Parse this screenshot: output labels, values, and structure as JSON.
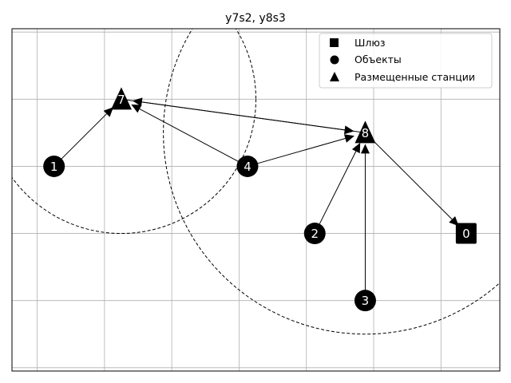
{
  "chart_data": {
    "type": "scatter",
    "title": "y7s2, y8s3",
    "xlim": [
      -0.25,
      7.0
    ],
    "ylim": [
      -0.05,
      5.05
    ],
    "grid": true,
    "legend": {
      "placement": "top-right",
      "entries": [
        {
          "label": "Шлюз",
          "marker": "square"
        },
        {
          "label": "Объекты",
          "marker": "circle"
        },
        {
          "label": "Размещенные станции",
          "marker": "triangle"
        }
      ]
    },
    "gateway": {
      "label": "0",
      "x": 6.5,
      "y": 2.0
    },
    "objects": [
      {
        "label": "1",
        "x": 0.375,
        "y": 3.0
      },
      {
        "label": "2",
        "x": 4.25,
        "y": 2.0
      },
      {
        "label": "3",
        "x": 5.0,
        "y": 1.0
      },
      {
        "label": "4",
        "x": 3.25,
        "y": 3.0
      }
    ],
    "stations": [
      {
        "label": "7",
        "x": 1.375,
        "y": 4.0
      },
      {
        "label": "8",
        "x": 5.0,
        "y": 3.5
      }
    ],
    "coverage_circles": [
      {
        "center": "7",
        "radius": 2.0
      },
      {
        "center": "8",
        "radius": 3.0
      }
    ],
    "links": [
      {
        "from": "1",
        "to": "7"
      },
      {
        "from": "4",
        "to": "7"
      },
      {
        "from": "8",
        "to": "7"
      },
      {
        "from": "7",
        "to": "8"
      },
      {
        "from": "4",
        "to": "8"
      },
      {
        "from": "2",
        "to": "8"
      },
      {
        "from": "3",
        "to": "8"
      },
      {
        "from": "8",
        "to": "0"
      }
    ]
  }
}
